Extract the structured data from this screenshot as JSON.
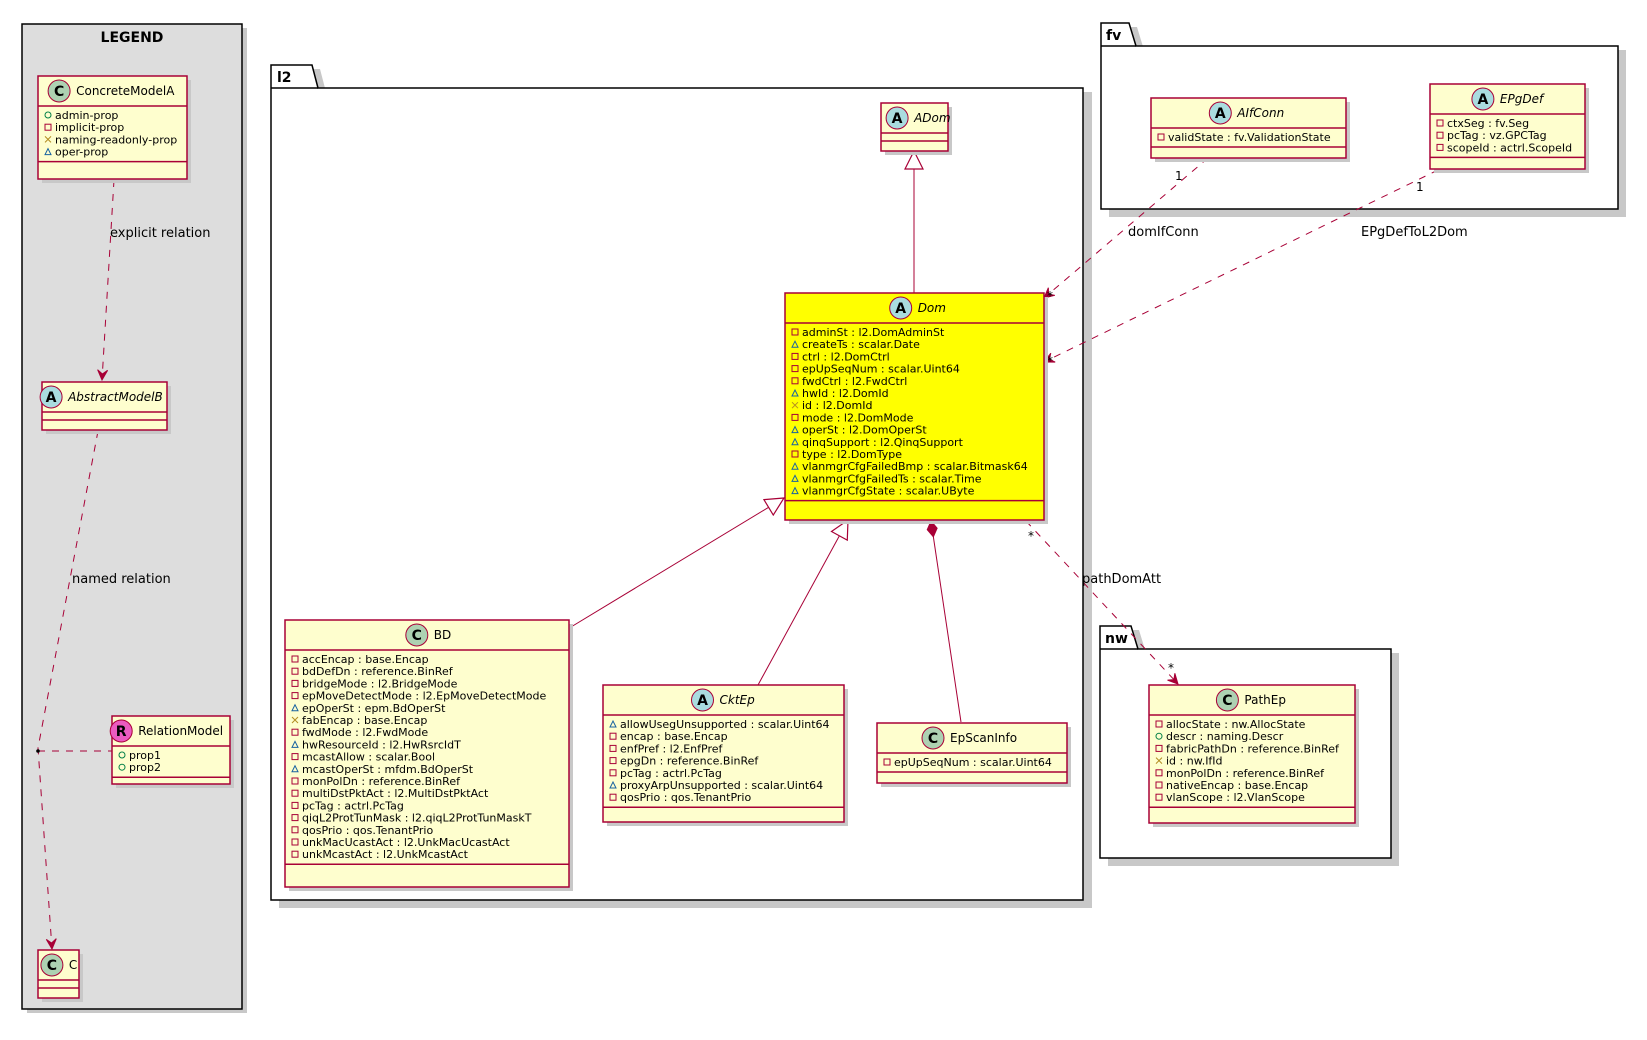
{
  "packages": {
    "legend": "LEGEND",
    "l2": "l2",
    "fv": "fv",
    "nw": "nw"
  },
  "legend": {
    "concrete": {
      "stereo": "C",
      "name": "ConcreteModelA",
      "attrs": [
        {
          "vis": "+",
          "text": "admin-prop"
        },
        {
          "vis": "-",
          "text": "implicit-prop"
        },
        {
          "vis": "#",
          "text": "naming-readonly-prop"
        },
        {
          "vis": "~",
          "text": "oper-prop"
        }
      ]
    },
    "abstract": {
      "stereo": "A",
      "name": "AbstractModelB"
    },
    "relation": {
      "stereo": "R",
      "name": "RelationModel",
      "attrs": [
        {
          "vis": "+",
          "text": "prop1"
        },
        {
          "vis": "+",
          "text": "prop2"
        }
      ]
    },
    "c": {
      "stereo": "C",
      "name": "C"
    },
    "explicit_label": "explicit relation",
    "named_label": "named relation"
  },
  "classes": {
    "adom": {
      "stereo": "A",
      "name": "ADom"
    },
    "dom": {
      "stereo": "A",
      "name": "Dom",
      "attrs": [
        {
          "vis": "-",
          "text": "adminSt : l2.DomAdminSt"
        },
        {
          "vis": "~",
          "text": "createTs : scalar.Date"
        },
        {
          "vis": "-",
          "text": "ctrl : l2.DomCtrl"
        },
        {
          "vis": "-",
          "text": "epUpSeqNum : scalar.Uint64"
        },
        {
          "vis": "-",
          "text": "fwdCtrl : l2.FwdCtrl"
        },
        {
          "vis": "~",
          "text": "hwId : l2.DomId"
        },
        {
          "vis": "#",
          "text": "id : l2.DomId"
        },
        {
          "vis": "-",
          "text": "mode : l2.DomMode"
        },
        {
          "vis": "~",
          "text": "operSt : l2.DomOperSt"
        },
        {
          "vis": "~",
          "text": "qinqSupport : l2.QinqSupport"
        },
        {
          "vis": "-",
          "text": "type : l2.DomType"
        },
        {
          "vis": "~",
          "text": "vlanmgrCfgFailedBmp : scalar.Bitmask64"
        },
        {
          "vis": "~",
          "text": "vlanmgrCfgFailedTs : scalar.Time"
        },
        {
          "vis": "~",
          "text": "vlanmgrCfgState : scalar.UByte"
        }
      ]
    },
    "bd": {
      "stereo": "C",
      "name": "BD",
      "attrs": [
        {
          "vis": "-",
          "text": "accEncap : base.Encap"
        },
        {
          "vis": "-",
          "text": "bdDefDn : reference.BinRef"
        },
        {
          "vis": "-",
          "text": "bridgeMode : l2.BridgeMode"
        },
        {
          "vis": "-",
          "text": "epMoveDetectMode : l2.EpMoveDetectMode"
        },
        {
          "vis": "~",
          "text": "epOperSt : epm.BdOperSt"
        },
        {
          "vis": "#",
          "text": "fabEncap : base.Encap"
        },
        {
          "vis": "-",
          "text": "fwdMode : l2.FwdMode"
        },
        {
          "vis": "~",
          "text": "hwResourceId : l2.HwRsrcIdT"
        },
        {
          "vis": "-",
          "text": "mcastAllow : scalar.Bool"
        },
        {
          "vis": "~",
          "text": "mcastOperSt : mfdm.BdOperSt"
        },
        {
          "vis": "-",
          "text": "monPolDn : reference.BinRef"
        },
        {
          "vis": "-",
          "text": "multiDstPktAct : l2.MultiDstPktAct"
        },
        {
          "vis": "-",
          "text": "pcTag : actrl.PcTag"
        },
        {
          "vis": "-",
          "text": "qiqL2ProtTunMask : l2.qiqL2ProtTunMaskT"
        },
        {
          "vis": "-",
          "text": "qosPrio : qos.TenantPrio"
        },
        {
          "vis": "-",
          "text": "unkMacUcastAct : l2.UnkMacUcastAct"
        },
        {
          "vis": "-",
          "text": "unkMcastAct : l2.UnkMcastAct"
        }
      ]
    },
    "cktep": {
      "stereo": "A",
      "name": "CktEp",
      "attrs": [
        {
          "vis": "~",
          "text": "allowUsegUnsupported : scalar.Uint64"
        },
        {
          "vis": "-",
          "text": "encap : base.Encap"
        },
        {
          "vis": "-",
          "text": "enfPref : l2.EnfPref"
        },
        {
          "vis": "-",
          "text": "epgDn : reference.BinRef"
        },
        {
          "vis": "-",
          "text": "pcTag : actrl.PcTag"
        },
        {
          "vis": "~",
          "text": "proxyArpUnsupported : scalar.Uint64"
        },
        {
          "vis": "-",
          "text": "qosPrio : qos.TenantPrio"
        }
      ]
    },
    "epscan": {
      "stereo": "C",
      "name": "EpScanInfo",
      "attrs": [
        {
          "vis": "-",
          "text": "epUpSeqNum : scalar.Uint64"
        }
      ]
    },
    "aifconn": {
      "stereo": "A",
      "name": "AIfConn",
      "attrs": [
        {
          "vis": "-",
          "text": "validState : fv.ValidationState"
        }
      ]
    },
    "epgdef": {
      "stereo": "A",
      "name": "EPgDef",
      "attrs": [
        {
          "vis": "-",
          "text": "ctxSeg : fv.Seg"
        },
        {
          "vis": "-",
          "text": "pcTag : vz.GPCTag"
        },
        {
          "vis": "-",
          "text": "scopeId : actrl.ScopeId"
        }
      ]
    },
    "pathep": {
      "stereo": "C",
      "name": "PathEp",
      "attrs": [
        {
          "vis": "-",
          "text": "allocState : nw.AllocState"
        },
        {
          "vis": "+",
          "text": "descr : naming.Descr"
        },
        {
          "vis": "-",
          "text": "fabricPathDn : reference.BinRef"
        },
        {
          "vis": "#",
          "text": "id : nw.IfId"
        },
        {
          "vis": "-",
          "text": "monPolDn : reference.BinRef"
        },
        {
          "vis": "-",
          "text": "nativeEncap : base.Encap"
        },
        {
          "vis": "-",
          "text": "vlanScope : l2.VlanScope"
        }
      ]
    }
  },
  "relations": {
    "domIfConn": {
      "label": "domIfConn",
      "from_mult": "1",
      "to_mult": "*"
    },
    "epgDefToL2Dom": {
      "label": "EPgDefToL2Dom",
      "from_mult": "1",
      "to_mult": "*"
    },
    "pathDomAtt": {
      "label": "pathDomAtt",
      "from_mult": "*",
      "to_mult": "*"
    }
  },
  "colors": {
    "class_fill": "#FEFECE",
    "class_border": "#A80036",
    "highlight_fill": "#FFFF00",
    "legend_bg": "#DDDDDD",
    "stereo_class": "#ADD1B2",
    "stereo_abstract": "#A9DCDF",
    "stereo_relation": "#EB5BC0"
  }
}
